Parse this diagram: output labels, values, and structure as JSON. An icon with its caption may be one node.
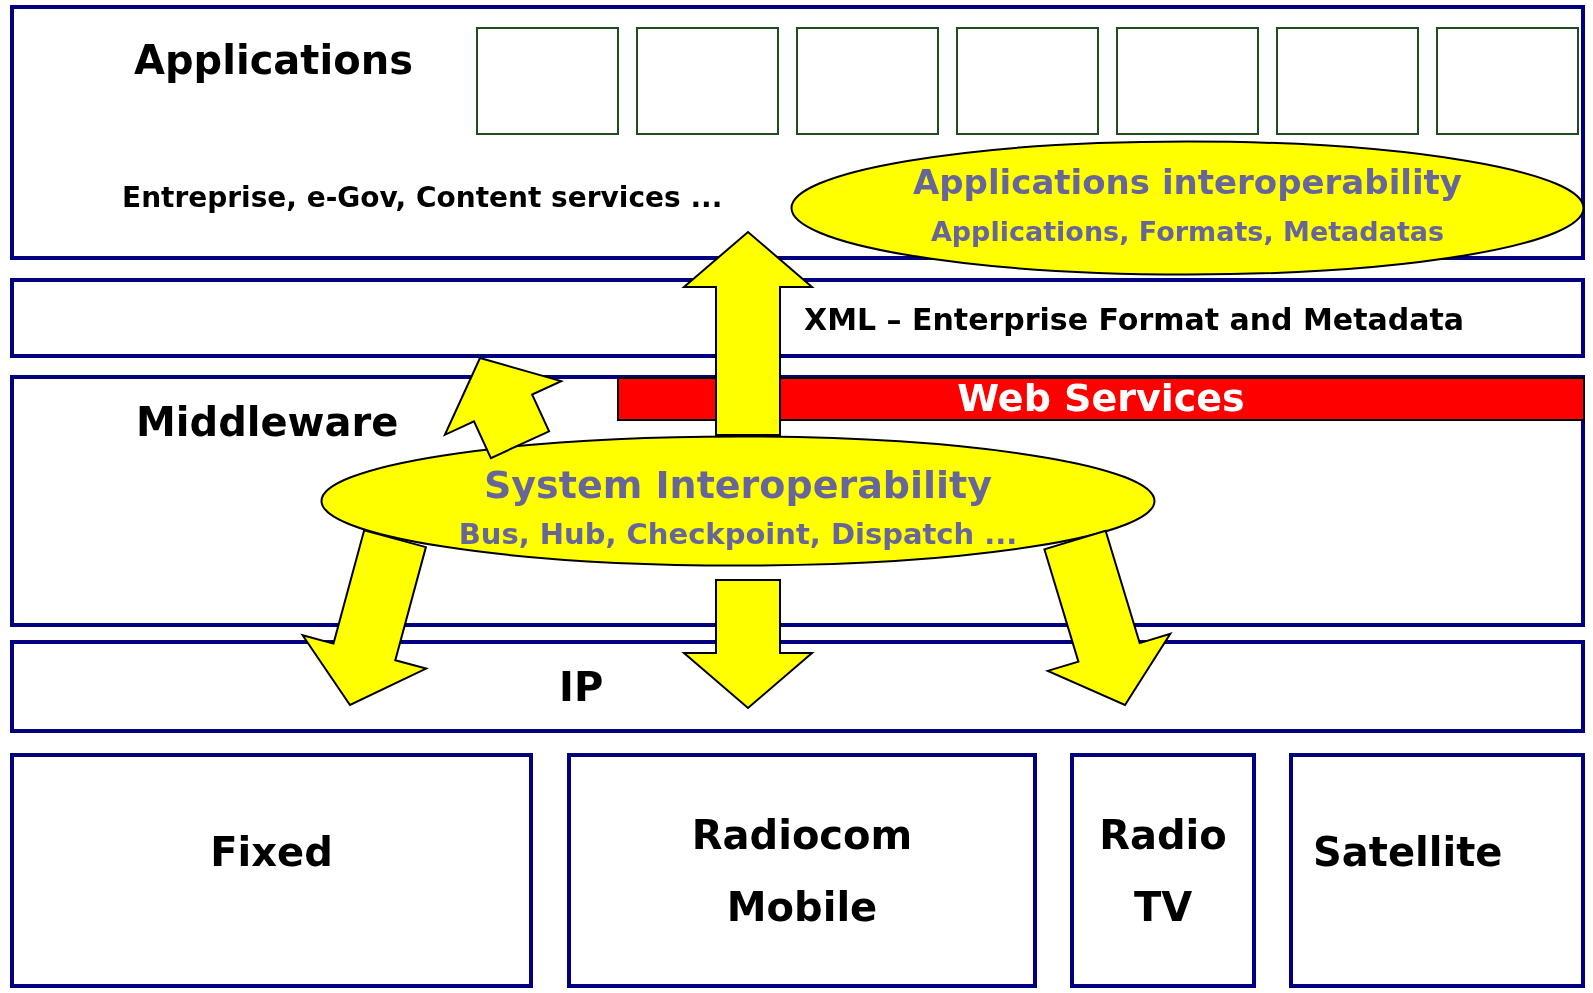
{
  "diagram": {
    "nodes": [
      {
        "text": [
          "Applications",
          "Entreprise, e-Gov, Content services ..."
        ]
      },
      {
        "text": [],
        "shape": "box",
        "in": 0
      },
      {
        "text": [],
        "shape": "box",
        "in": 0
      },
      {
        "text": [],
        "shape": "box",
        "in": 0
      },
      {
        "text": [],
        "shape": "box",
        "in": 0
      },
      {
        "text": [],
        "shape": "box",
        "in": 0
      },
      {
        "text": [],
        "shape": "box",
        "in": 0
      },
      {
        "text": [],
        "shape": "box",
        "in": 0
      },
      {
        "text": [
          "XML – Enterprise Format and Metadata"
        ]
      },
      {
        "text": [
          "Middleware"
        ]
      },
      {
        "text": [
          "Web Services"
        ],
        "in": 9
      },
      {
        "text": [
          "System Interoperability",
          "Bus, Hub, Checkpoint, Dispatch ..."
        ],
        "in": 9
      },
      {
        "text": [
          "IP"
        ]
      },
      {
        "text": [
          "Fixed"
        ]
      },
      {
        "text": [
          "Radiocom Mobile"
        ]
      },
      {
        "text": [
          "Radio TV"
        ]
      },
      {
        "text": [
          "Satellite"
        ]
      },
      {
        "text": [
          "Applications interoperability",
          "Applications, Formats, Metadatas"
        ]
      }
    ],
    "edges": [
      {
        "from": 11,
        "to": 8,
        "arrow": "to"
      },
      {
        "from": 11,
        "to": 0,
        "arrow": "to"
      },
      {
        "from": 11,
        "to": 12,
        "arrow": "to"
      },
      {
        "from": 11,
        "to": 12,
        "arrow": "to"
      },
      {
        "from": 11,
        "to": 12,
        "arrow": "to"
      }
    ]
  }
}
